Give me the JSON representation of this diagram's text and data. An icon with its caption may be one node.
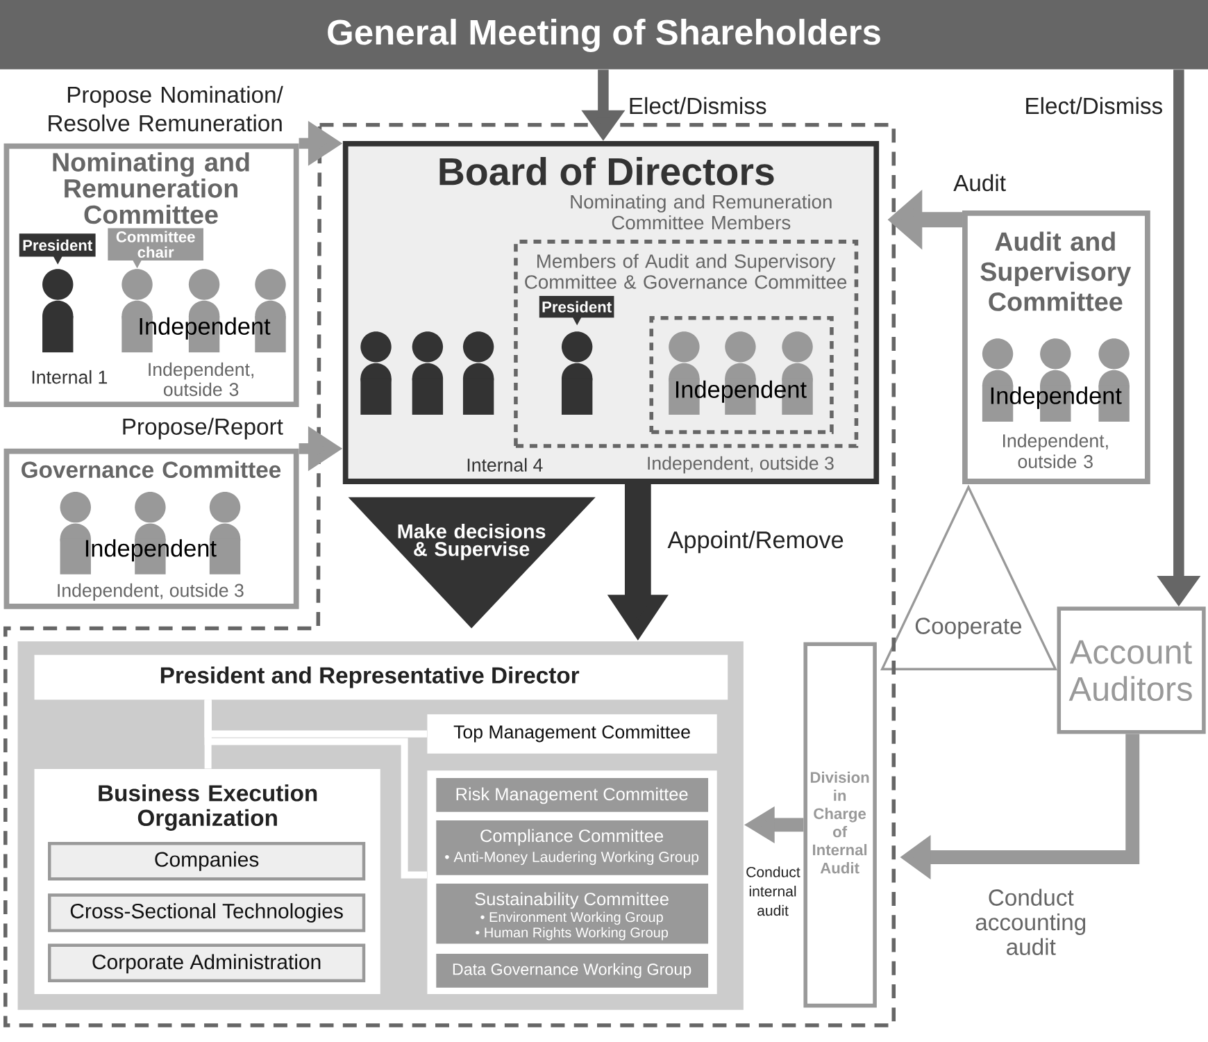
{
  "diagram": {
    "nodes": [
      {
        "text": [
          "General Meeting of Shareholders"
        ]
      },
      {
        "text": [
          "Nominating and Remuneration Committee",
          "Independent",
          "Internal 1",
          "Independent, outside 3"
        ]
      },
      {
        "text": [
          "President"
        ],
        "in": 1
      },
      {
        "text": [
          "Committee chair"
        ],
        "in": 1
      },
      {
        "text": [
          "Governance Committee",
          "Independent",
          "Independent, outside 3"
        ]
      },
      {
        "text": [
          "Board of Directors",
          "Nominating and Remuneration Committee Members",
          "Internal 4",
          "Independent, outside 3"
        ]
      },
      {
        "text": [
          "Members of Audit and Supervisory Committee & Governance Committee"
        ],
        "in": 5
      },
      {
        "text": [
          "President"
        ],
        "in": 6
      },
      {
        "text": [
          "Independent"
        ],
        "in": 6
      },
      {
        "text": [
          "Audit and Supervisory Committee",
          "Independent",
          "Independent, outside 3"
        ]
      },
      {
        "text": [
          "Make decisions & Supervise"
        ]
      },
      {
        "text": [
          "Cooperate"
        ]
      },
      {
        "text": [
          "Account Auditors"
        ]
      },
      {
        "text": [],
        "shape": "box"
      },
      {
        "text": [
          "President and Representative Director"
        ],
        "in": 13
      },
      {
        "text": [
          "Top Management Committee"
        ],
        "in": 13
      },
      {
        "text": [
          "Business Execution Organization"
        ],
        "in": 13
      },
      {
        "text": [
          "Companies"
        ],
        "in": 16
      },
      {
        "text": [
          "Cross-Sectional Technologies"
        ],
        "in": 16
      },
      {
        "text": [
          "Corporate Administration"
        ],
        "in": 16
      },
      {
        "text": [],
        "shape": "box",
        "in": 13
      },
      {
        "text": [
          "Risk Management Committee"
        ],
        "in": 20
      },
      {
        "text": [
          "Compliance Committee",
          "• Anti-Money Laudering Working Group"
        ],
        "in": 20
      },
      {
        "text": [
          "Sustainability Committee",
          "• Environment Working Group",
          "• Human Rights Working Group"
        ],
        "in": 20
      },
      {
        "text": [
          "Data Governance Working Group"
        ],
        "in": 20
      },
      {
        "text": [
          "Division in Charge of Internal Audit"
        ]
      }
    ],
    "edges": [
      {
        "from": 0,
        "to": 5,
        "arrow": "to",
        "label": "Elect/Dismiss",
        "color": "#666666"
      },
      {
        "from": 0,
        "to": 12,
        "arrow": "to",
        "label": "Elect/Dismiss",
        "color": "#666666"
      },
      {
        "from": 1,
        "to": 5,
        "arrow": "to",
        "label": "Propose Nomination/ Resolve Remuneration",
        "color": "#999999"
      },
      {
        "from": 4,
        "to": 5,
        "arrow": "to",
        "label": "Propose/Report",
        "color": "#999999"
      },
      {
        "from": 9,
        "to": 5,
        "arrow": "to",
        "label": "Audit",
        "color": "#999999"
      },
      {
        "from": 5,
        "to": 13,
        "arrow": "to",
        "label": "Appoint/Remove",
        "color": "#333333",
        "style": "thick"
      },
      {
        "from": 12,
        "to": null,
        "arrow": "to",
        "label": "Conduct accounting audit",
        "color": "#999999"
      },
      {
        "from": 25,
        "to": 13,
        "arrow": "to",
        "label": "Conduct internal audit",
        "color": "#999999"
      },
      {
        "from": 14,
        "to": 16,
        "arrow": "none",
        "color": "#ffffff"
      },
      {
        "from": 14,
        "to": 15,
        "arrow": "none",
        "color": "#ffffff"
      },
      {
        "from": 14,
        "to": 20,
        "arrow": "none",
        "color": "#ffffff"
      }
    ]
  }
}
